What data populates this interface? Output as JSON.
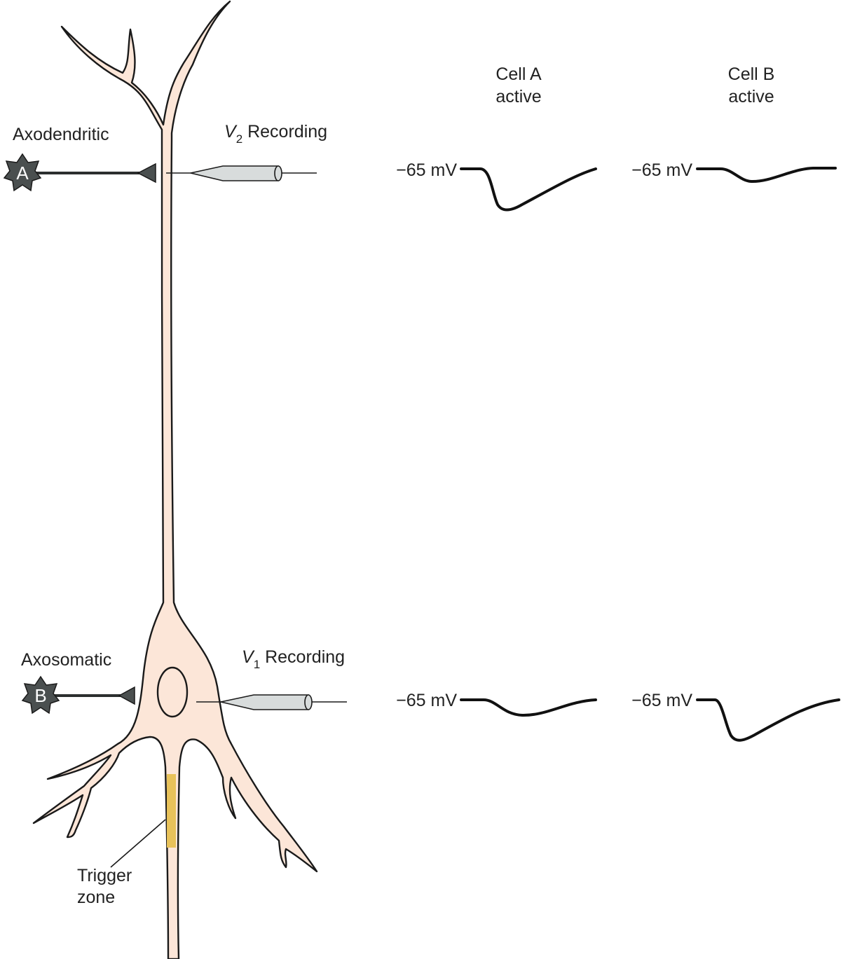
{
  "colors": {
    "neuron_fill": "#fce6d8",
    "trigger_zone": "#e8c25a",
    "presynaptic_cell": "#4a4f4f",
    "electrode_fill": "#d8dcdc"
  },
  "labels": {
    "axodendritic": "Axodendritic",
    "axosomatic": "Axosomatic",
    "cell_a": "A",
    "cell_b": "B",
    "v2_letter": "V",
    "v2_sub": "2",
    "v2_text": " Recording",
    "v1_letter": "V",
    "v1_sub": "1",
    "v1_text": " Recording",
    "trigger_line1": "Trigger",
    "trigger_line2": "zone"
  },
  "columns": {
    "cell_a_line1": "Cell A",
    "cell_a_line2": "active",
    "cell_b_line1": "Cell B",
    "cell_b_line2": "active"
  },
  "traces": {
    "baseline_label": "−65 mV",
    "v2_cell_a": "large hyperpolarization",
    "v2_cell_b": "small hyperpolarization",
    "v1_cell_a": "small hyperpolarization",
    "v1_cell_b": "large hyperpolarization"
  }
}
